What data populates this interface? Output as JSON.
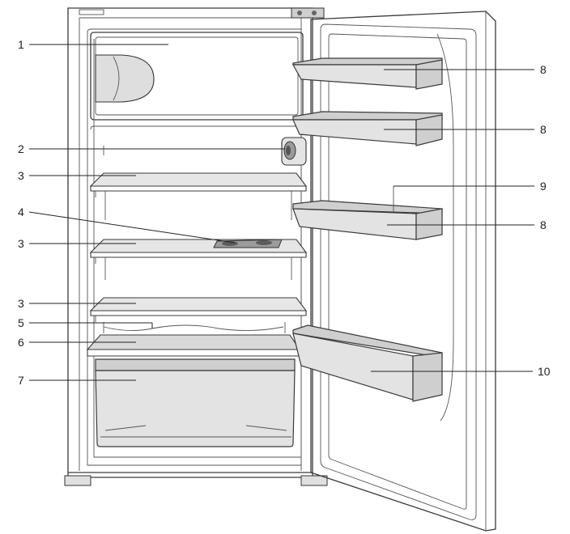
{
  "callouts": {
    "c1": "1",
    "c2": "2",
    "c3a": "3",
    "c4": "4",
    "c3b": "3",
    "c3c": "3",
    "c5": "5",
    "c6": "6",
    "c7": "7",
    "c8a": "8",
    "c8b": "8",
    "c9": "9",
    "c8c": "8",
    "c10": "10"
  }
}
